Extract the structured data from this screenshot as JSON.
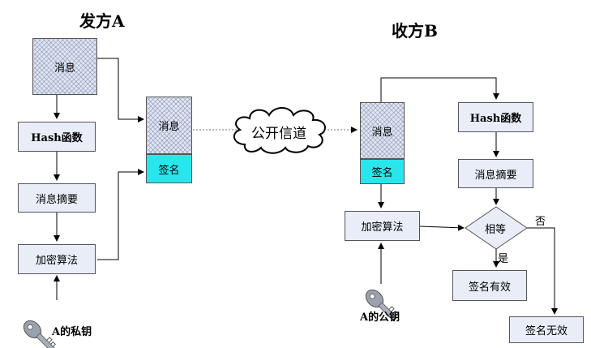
{
  "sender": {
    "title": "发方A",
    "message": "消息",
    "hash": "Hash函数",
    "digest": "消息摘要",
    "encrypt": "加密算法",
    "key_label": "A的私钥"
  },
  "transmitted": {
    "message": "消息",
    "signature": "签名"
  },
  "channel": {
    "label": "公开信道"
  },
  "receiver": {
    "title": "收方B",
    "message": "消息",
    "signature": "签名",
    "hash": "Hash函数",
    "digest": "消息摘要",
    "decrypt": "加密算法",
    "compare": "相等",
    "yes": "是",
    "no": "否",
    "valid": "签名有效",
    "invalid": "签名无效",
    "key_label": "A的公钥"
  },
  "colors": {
    "box_fill": "#e8edf7",
    "signature_fill": "#29e6ec",
    "line": "#000000"
  },
  "icons": {
    "key": "key-icon",
    "cloud": "cloud-icon"
  }
}
